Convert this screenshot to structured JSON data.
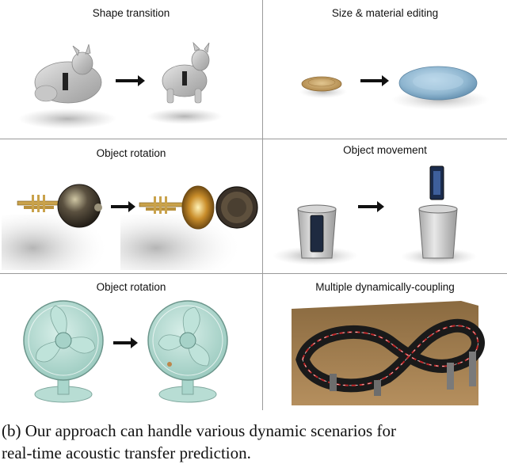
{
  "panels": [
    {
      "title": "Shape transition"
    },
    {
      "title": "Size & material editing"
    },
    {
      "title": "Object rotation"
    },
    {
      "title": "Object movement"
    },
    {
      "title": "Object rotation"
    },
    {
      "title": "Multiple dynamically-coupling"
    }
  ],
  "caption": {
    "line1": "(b) Our approach can handle various dynamic scenarios for",
    "line2": "real-time acoustic transfer prediction."
  },
  "colors": {
    "divider": "#9a9a9a",
    "plate_blue": "#8fb6d0",
    "fan_teal": "#a9d6cc",
    "track_red": "#c0282a",
    "sand": "#a9865a"
  }
}
